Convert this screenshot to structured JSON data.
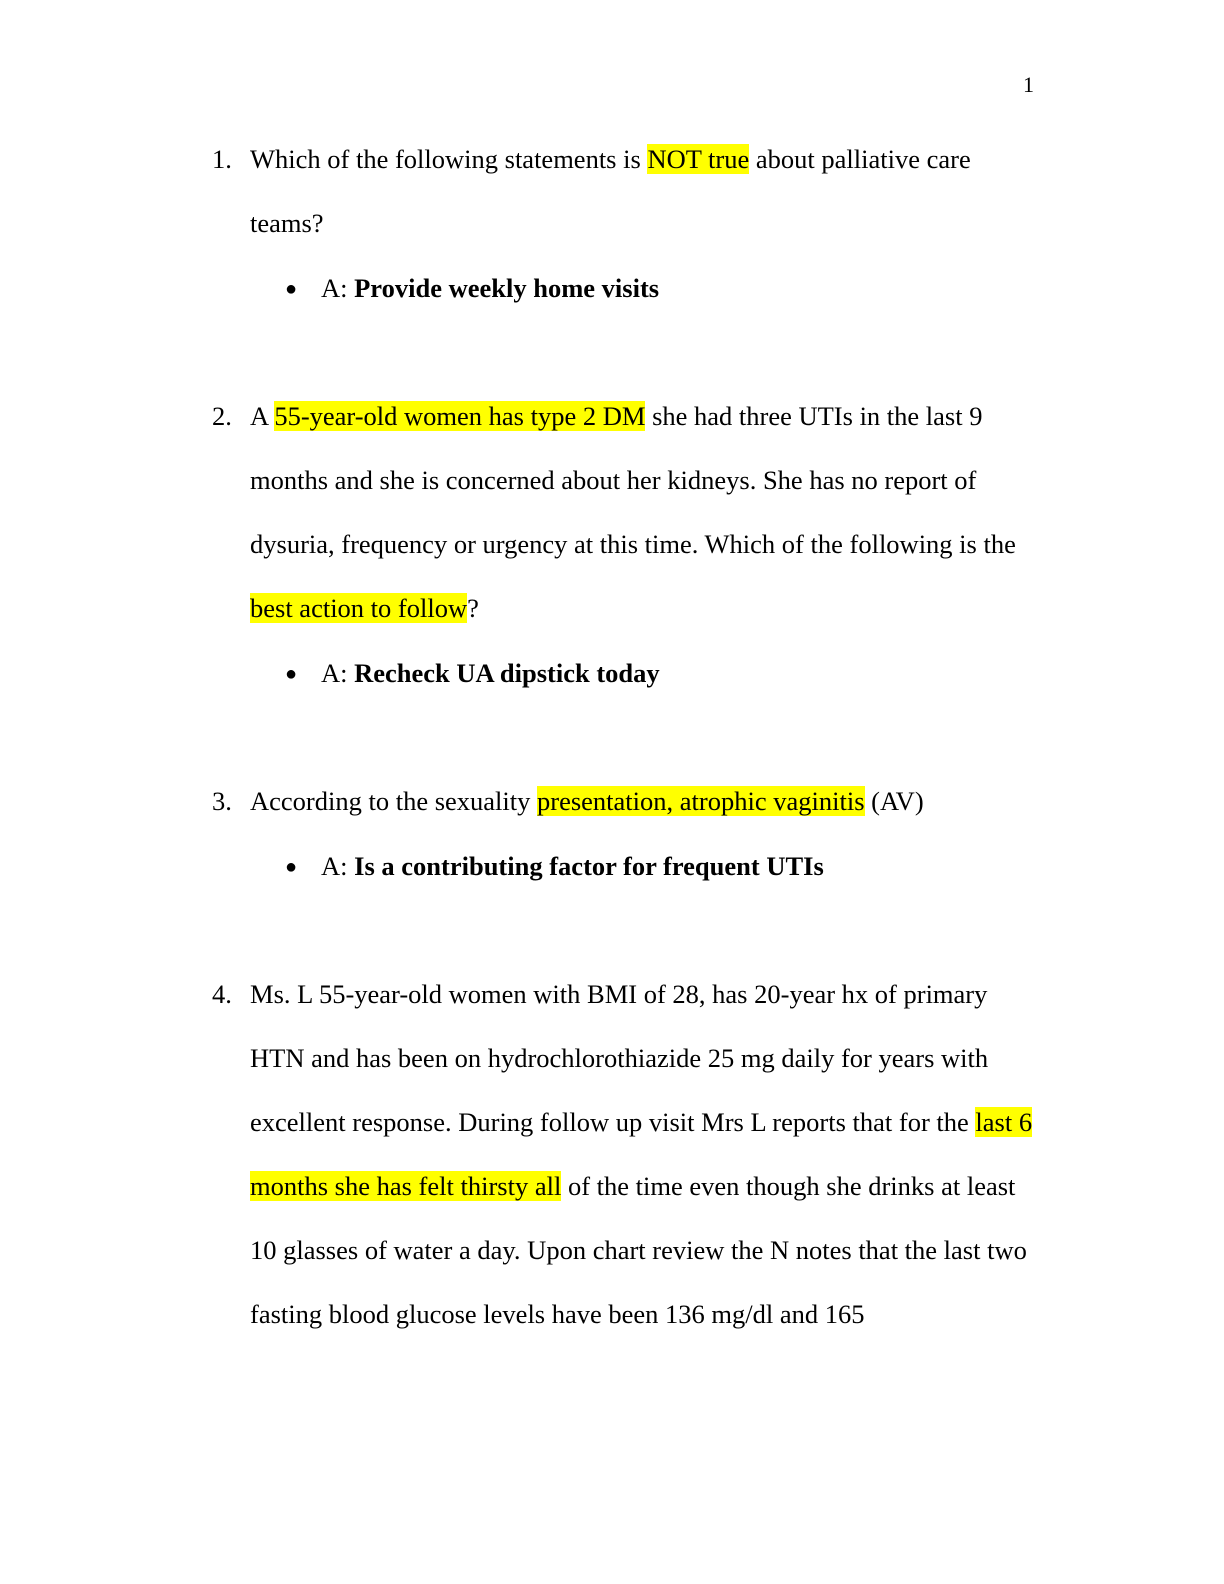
{
  "page_number": "1",
  "questions": [
    {
      "number": "1.",
      "p1": "Which of the following statements is ",
      "h1": "NOT true",
      "p2": " about palliative care teams?",
      "answer_label": "A: ",
      "answer": "Provide weekly home visits"
    },
    {
      "number": "2.",
      "p1": "A ",
      "h1": "55-year-old women has type 2 DM",
      "p2": " she had three UTIs in the last 9 months and she is concerned about her kidneys. She has no report of dysuria, frequency or urgency at this time. Which of the following is the ",
      "h2": "best action to follow",
      "p3": "?",
      "answer_label": "A: ",
      "answer": "Recheck UA dipstick today"
    },
    {
      "number": "3.",
      "p1": "According to the sexuality ",
      "h1": "presentation, atrophic vaginitis",
      "p2": " (AV)",
      "answer_label": "A: ",
      "answer": "Is a contributing factor for frequent UTIs"
    },
    {
      "number": "4.",
      "p1": "Ms. L 55-year-old women with BMI of 28, has 20-year hx of primary HTN and has been on hydrochlorothiazide 25 mg daily for years with excellent response. During follow up visit Mrs L reports that for the ",
      "h1": "last 6 months she has felt thirsty all",
      "p2": " of the time even though she drinks at least 10 glasses of water a day. Upon chart review the N notes that the last two fasting blood glucose levels have been 136 mg/dl and 165"
    }
  ]
}
